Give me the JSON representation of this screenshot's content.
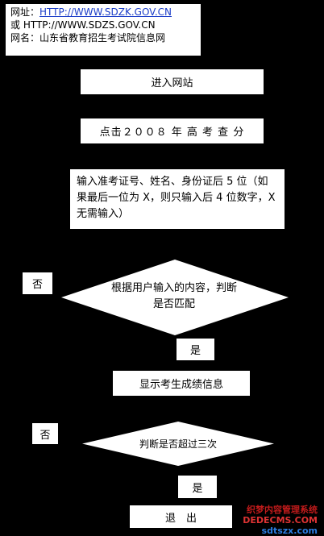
{
  "header": {
    "url_prefix": "网址：",
    "url": "HTTP://WWW.SDZK.GOV.CN",
    "alt_url": "或 HTTP://WWW.SDZS.GOV.CN",
    "site_name": "网名：山东省教育招生考试院信息网"
  },
  "flow": {
    "enter_site": "进入网站",
    "click_query": "点击２００８ 年 高 考 查 分",
    "input_info": "输入准考证号、姓名、身份证后 5 位（如果最后一位为 X，则只输入后 4 位数字，X 无需输入）",
    "decision1": "根据用户输入的内容，判断是否匹配",
    "no1": "否",
    "yes1": "是",
    "show_scores": "显示考生成绩信息",
    "no2": "否",
    "decision2": "判断是否超过三次",
    "yes2": "是",
    "exit": "退　出"
  },
  "watermark": {
    "line1": "织梦内容管理系统",
    "line2": "DEDECMS.COM",
    "line3": "sdtszx.com"
  }
}
